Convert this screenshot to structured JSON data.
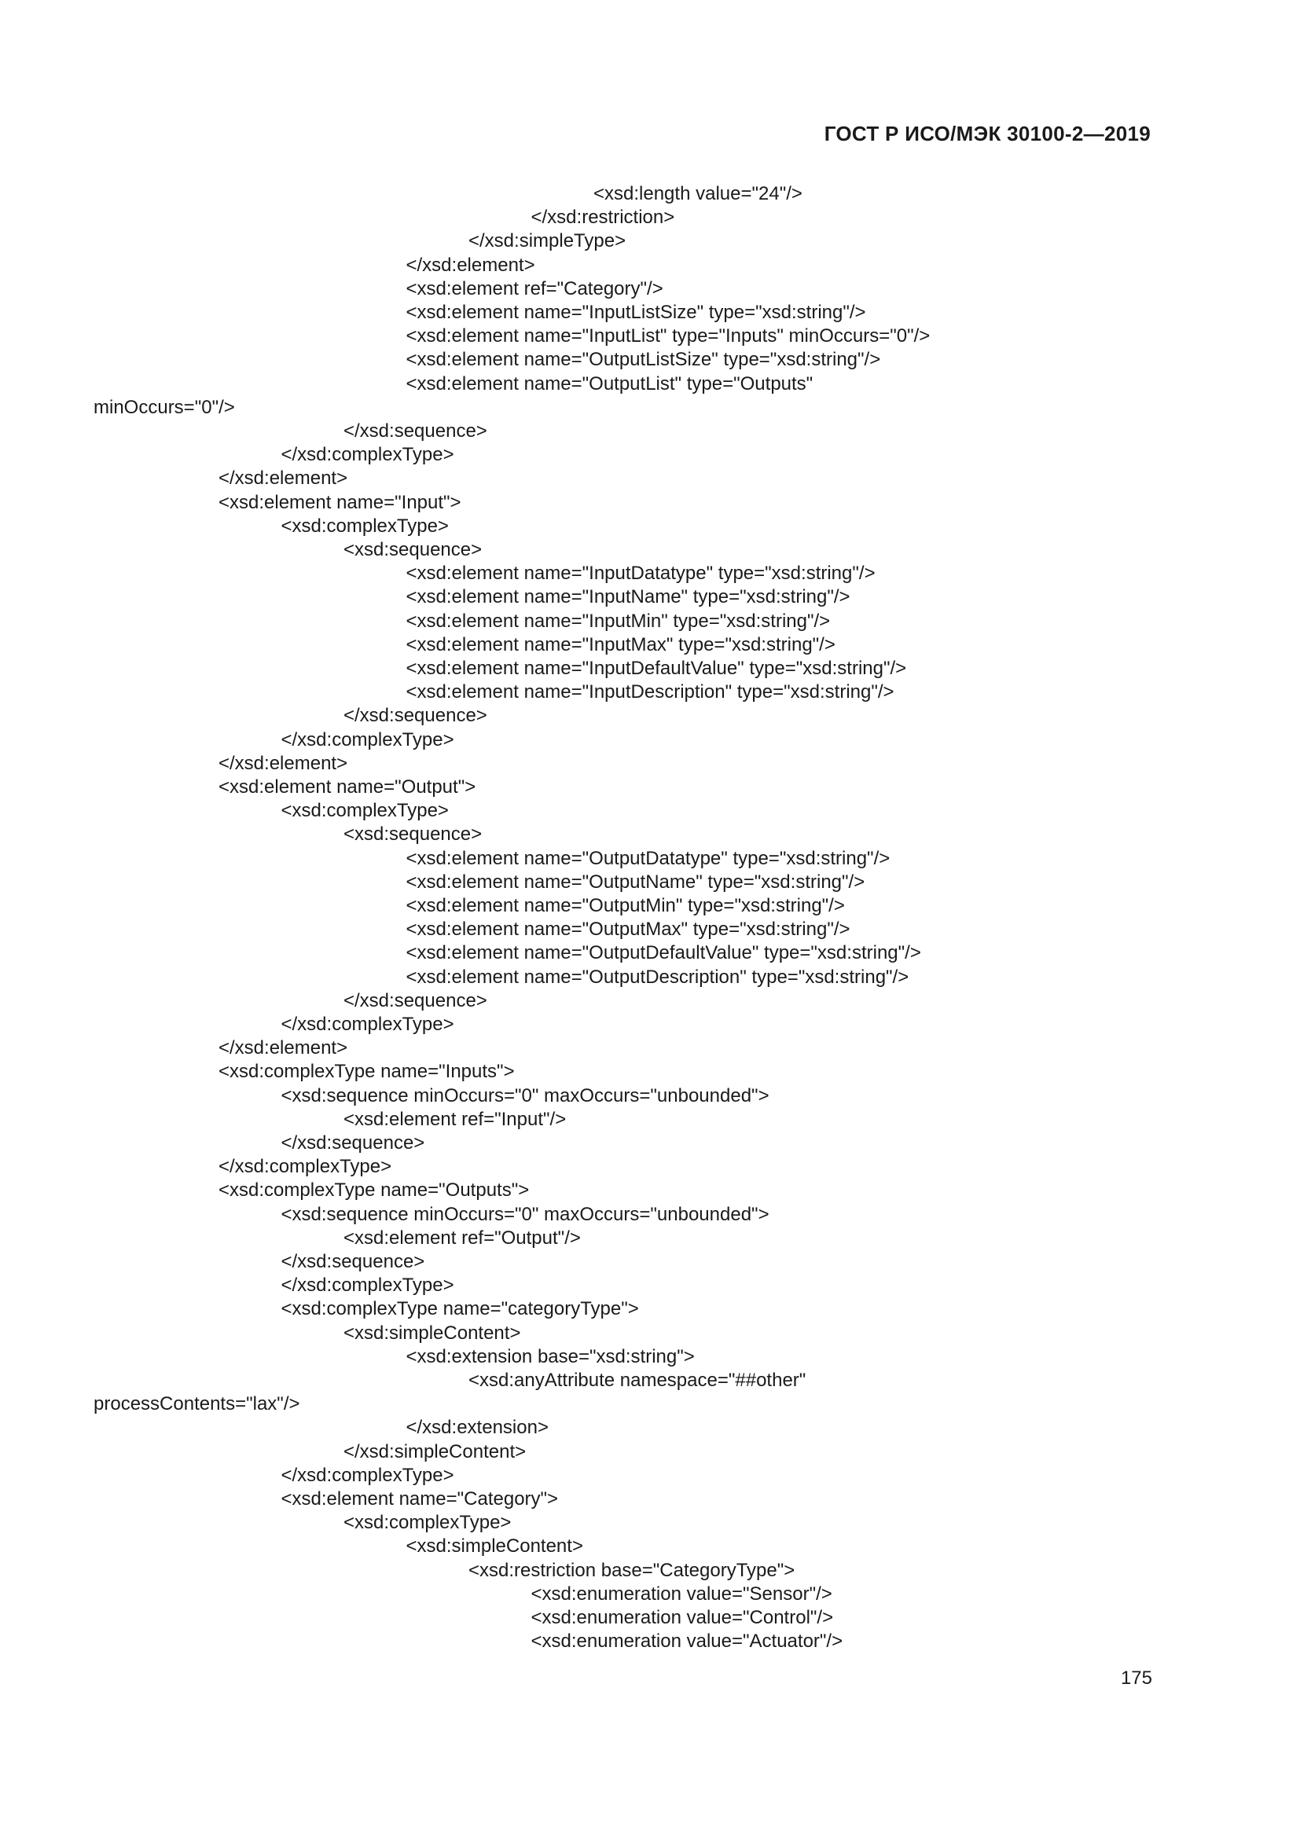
{
  "document": {
    "header": "ГОСТ Р ИСО/МЭК 30100-2—2019",
    "page_number": "175",
    "lines": [
      {
        "indent": 8,
        "text": "<xsd:length value=\"24\"/>"
      },
      {
        "indent": 7,
        "text": "</xsd:restriction>"
      },
      {
        "indent": 6,
        "text": "</xsd:simpleType>"
      },
      {
        "indent": 5,
        "text": "</xsd:element>"
      },
      {
        "indent": 5,
        "text": "<xsd:element ref=\"Category\"/>"
      },
      {
        "indent": 5,
        "text": "<xsd:element name=\"InputListSize\" type=\"xsd:string\"/>"
      },
      {
        "indent": 5,
        "text": "<xsd:element name=\"InputList\" type=\"Inputs\" minOccurs=\"0\"/>"
      },
      {
        "indent": 5,
        "text": "<xsd:element name=\"OutputListSize\" type=\"xsd:string\"/>"
      },
      {
        "indent": 5,
        "text": "<xsd:element name=\"OutputList\" type=\"Outputs\""
      },
      {
        "indent": 0,
        "text": "minOccurs=\"0\"/>"
      },
      {
        "indent": 4,
        "text": "</xsd:sequence>"
      },
      {
        "indent": 3,
        "text": "</xsd:complexType>"
      },
      {
        "indent": 2,
        "text": "</xsd:element>"
      },
      {
        "indent": 2,
        "text": "<xsd:element name=\"Input\">"
      },
      {
        "indent": 3,
        "text": "<xsd:complexType>"
      },
      {
        "indent": 4,
        "text": "<xsd:sequence>"
      },
      {
        "indent": 5,
        "text": "<xsd:element name=\"InputDatatype\" type=\"xsd:string\"/>"
      },
      {
        "indent": 5,
        "text": "<xsd:element name=\"InputName\" type=\"xsd:string\"/>"
      },
      {
        "indent": 5,
        "text": "<xsd:element name=\"InputMin\" type=\"xsd:string\"/>"
      },
      {
        "indent": 5,
        "text": "<xsd:element name=\"InputMax\" type=\"xsd:string\"/>"
      },
      {
        "indent": 5,
        "text": "<xsd:element name=\"InputDefaultValue\" type=\"xsd:string\"/>"
      },
      {
        "indent": 5,
        "text": "<xsd:element name=\"InputDescription\" type=\"xsd:string\"/>"
      },
      {
        "indent": 4,
        "text": "</xsd:sequence>"
      },
      {
        "indent": 3,
        "text": "</xsd:complexType>"
      },
      {
        "indent": 2,
        "text": "</xsd:element>"
      },
      {
        "indent": 2,
        "text": "<xsd:element name=\"Output\">"
      },
      {
        "indent": 3,
        "text": "<xsd:complexType>"
      },
      {
        "indent": 4,
        "text": "<xsd:sequence>"
      },
      {
        "indent": 5,
        "text": "<xsd:element name=\"OutputDatatype\" type=\"xsd:string\"/>"
      },
      {
        "indent": 5,
        "text": "<xsd:element name=\"OutputName\" type=\"xsd:string\"/>"
      },
      {
        "indent": 5,
        "text": "<xsd:element name=\"OutputMin\" type=\"xsd:string\"/>"
      },
      {
        "indent": 5,
        "text": "<xsd:element name=\"OutputMax\" type=\"xsd:string\"/>"
      },
      {
        "indent": 5,
        "text": "<xsd:element name=\"OutputDefaultValue\" type=\"xsd:string\"/>"
      },
      {
        "indent": 5,
        "text": "<xsd:element name=\"OutputDescription\" type=\"xsd:string\"/>"
      },
      {
        "indent": 4,
        "text": "</xsd:sequence>"
      },
      {
        "indent": 3,
        "text": "</xsd:complexType>"
      },
      {
        "indent": 2,
        "text": "</xsd:element>"
      },
      {
        "indent": 2,
        "text": "<xsd:complexType name=\"Inputs\">"
      },
      {
        "indent": 3,
        "text": "<xsd:sequence minOccurs=\"0\" maxOccurs=\"unbounded\">"
      },
      {
        "indent": 4,
        "text": "<xsd:element ref=\"Input\"/>"
      },
      {
        "indent": 3,
        "text": "</xsd:sequence>"
      },
      {
        "indent": 2,
        "text": "</xsd:complexType>"
      },
      {
        "indent": 2,
        "text": "<xsd:complexType name=\"Outputs\">"
      },
      {
        "indent": 3,
        "text": "<xsd:sequence minOccurs=\"0\" maxOccurs=\"unbounded\">"
      },
      {
        "indent": 4,
        "text": "<xsd:element ref=\"Output\"/>"
      },
      {
        "indent": 3,
        "text": "</xsd:sequence>"
      },
      {
        "indent": 3,
        "text": "</xsd:complexType>"
      },
      {
        "indent": 3,
        "text": "<xsd:complexType name=\"categoryType\">"
      },
      {
        "indent": 4,
        "text": "<xsd:simpleContent>"
      },
      {
        "indent": 5,
        "text": "<xsd:extension base=\"xsd:string\">"
      },
      {
        "indent": 6,
        "text": "<xsd:anyAttribute namespace=\"##other\""
      },
      {
        "indent": 0,
        "text": "processContents=\"lax\"/>"
      },
      {
        "indent": 5,
        "text": "</xsd:extension>"
      },
      {
        "indent": 4,
        "text": "</xsd:simpleContent>"
      },
      {
        "indent": 3,
        "text": "</xsd:complexType>"
      },
      {
        "indent": 3,
        "text": "<xsd:element name=\"Category\">"
      },
      {
        "indent": 4,
        "text": "<xsd:complexType>"
      },
      {
        "indent": 5,
        "text": "<xsd:simpleContent>"
      },
      {
        "indent": 6,
        "text": "<xsd:restriction base=\"CategoryType\">"
      },
      {
        "indent": 7,
        "text": "<xsd:enumeration value=\"Sensor\"/>"
      },
      {
        "indent": 7,
        "text": "<xsd:enumeration value=\"Control\"/>"
      },
      {
        "indent": 7,
        "text": "<xsd:enumeration value=\"Actuator\"/>"
      }
    ]
  }
}
